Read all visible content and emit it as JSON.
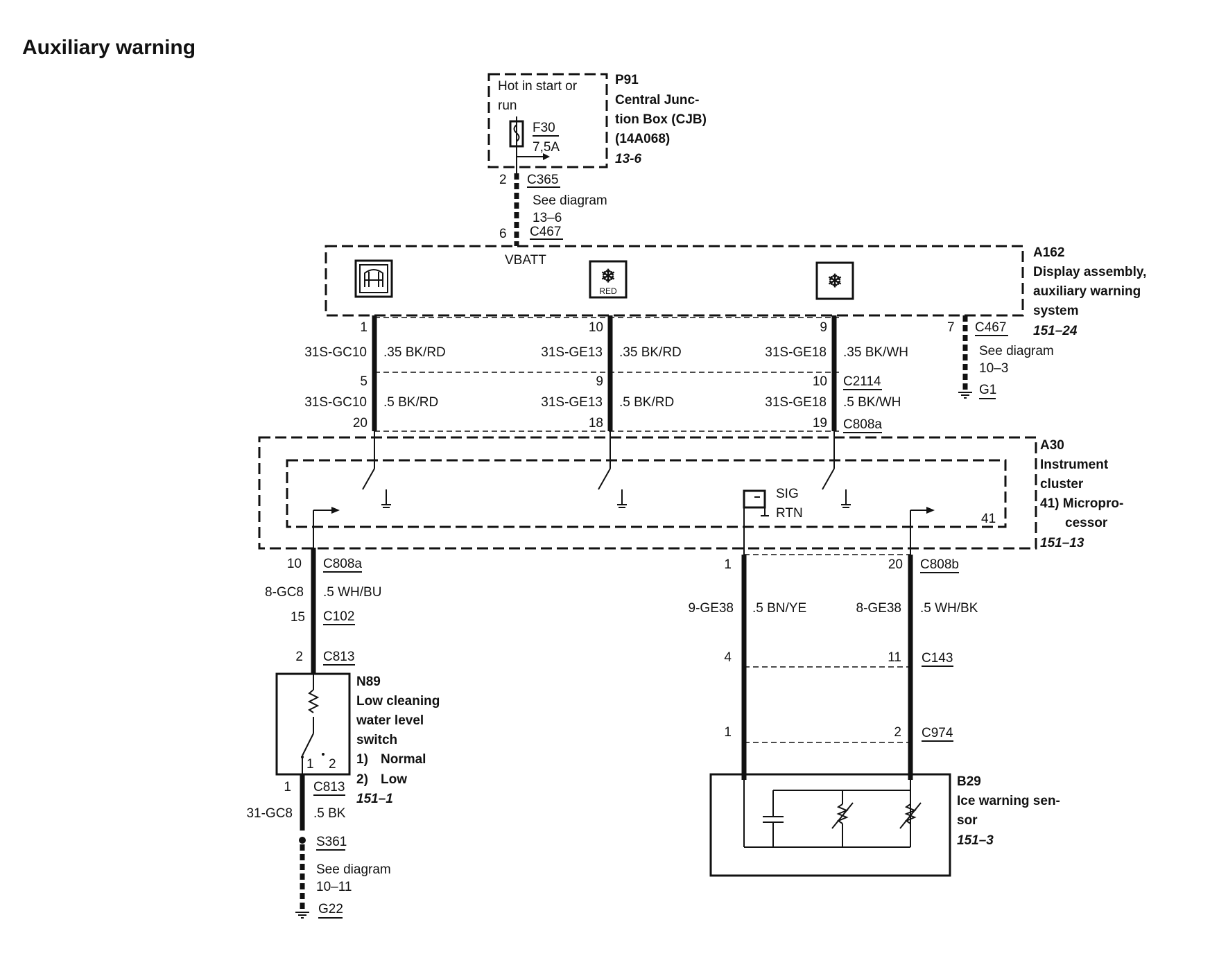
{
  "title": "Auxiliary warning",
  "p91": {
    "hot_label": [
      "Hot in start or",
      "run"
    ],
    "fuse": "F30",
    "fuse_rating": "7,5A",
    "id": "P91",
    "desc": [
      "Central Junc-",
      "tion Box (CJB)",
      "(14A068)"
    ],
    "ref": "13-6"
  },
  "c365": {
    "pin": "2",
    "connector": "C365"
  },
  "see_13_6": [
    "See diagram",
    "13–6"
  ],
  "c467_top": {
    "pin": "6",
    "connector": "C467"
  },
  "a162": {
    "id": "A162",
    "desc": [
      "Display assembly,",
      "auxiliary warning",
      "system"
    ],
    "ref": "151–24",
    "vbatt": "VBATT",
    "red_label": "RED",
    "icons": [
      "washer-fluid-icon",
      "snowflake-red-icon",
      "snowflake-icon"
    ]
  },
  "a162_ground": {
    "pin": "7",
    "connector": "C467",
    "see": [
      "See diagram",
      "10–3"
    ],
    "ground": "G1"
  },
  "upper_wires": [
    {
      "pin_a162": "1",
      "circuit": "31S-GC10",
      "spec_upper": ".35 BK/RD",
      "pin_c2114": "5",
      "spec_lower": ".5 BK/RD",
      "pin_c808a": "20"
    },
    {
      "pin_a162": "10",
      "circuit": "31S-GE13",
      "spec_upper": ".35 BK/RD",
      "pin_c2114": "9",
      "spec_lower": ".5 BK/RD",
      "pin_c808a": "18"
    },
    {
      "pin_a162": "9",
      "circuit": "31S-GE18",
      "spec_upper": ".35 BK/WH",
      "pin_c2114": "10",
      "spec_lower": ".5 BK/WH",
      "pin_c808a": "19"
    }
  ],
  "c2114": "C2114",
  "c808a": "C808a",
  "a30": {
    "id": "A30",
    "desc": [
      "Instrument",
      "cluster"
    ],
    "micro": [
      "41) Micropro-",
      "cessor"
    ],
    "ref": "151–13",
    "sig": "SIG",
    "rtn": "RTN",
    "micro_num": "41"
  },
  "left_chain": {
    "pin1": "10",
    "conn1": "C808a",
    "circuit": "8-GC8",
    "spec": ".5 WH/BU",
    "pin2": "15",
    "conn2": "C102",
    "pin3": "2",
    "conn3": "C813"
  },
  "n89": {
    "id": "N89",
    "desc": [
      "Low cleaning",
      "water level",
      "switch"
    ],
    "states": [
      [
        "1)",
        "Normal"
      ],
      [
        "2)",
        "Low"
      ]
    ],
    "ref": "151–1",
    "contact1": "1",
    "contact2": "2"
  },
  "n89_out": {
    "pin": "1",
    "connector": "C813",
    "circuit": "31-GC8",
    "spec": ".5 BK",
    "splice": "S361",
    "see": [
      "See diagram",
      "10–11"
    ],
    "ground": "G22"
  },
  "right_chain": {
    "left_wire": {
      "pin_top": "1",
      "circuit": "9-GE38",
      "spec": ".5 BN/YE",
      "pin_c143": "4",
      "pin_c974": "1"
    },
    "right_wire": {
      "pin_top": "20",
      "circuit": "8-GE38",
      "spec": ".5 WH/BK",
      "pin_c143": "11",
      "pin_c974": "2"
    },
    "c808b": "C808b",
    "c143": "C143",
    "c974": "C974"
  },
  "b29": {
    "id": "B29",
    "desc": [
      "Ice warning sen-",
      "sor"
    ],
    "ref": "151–3"
  }
}
